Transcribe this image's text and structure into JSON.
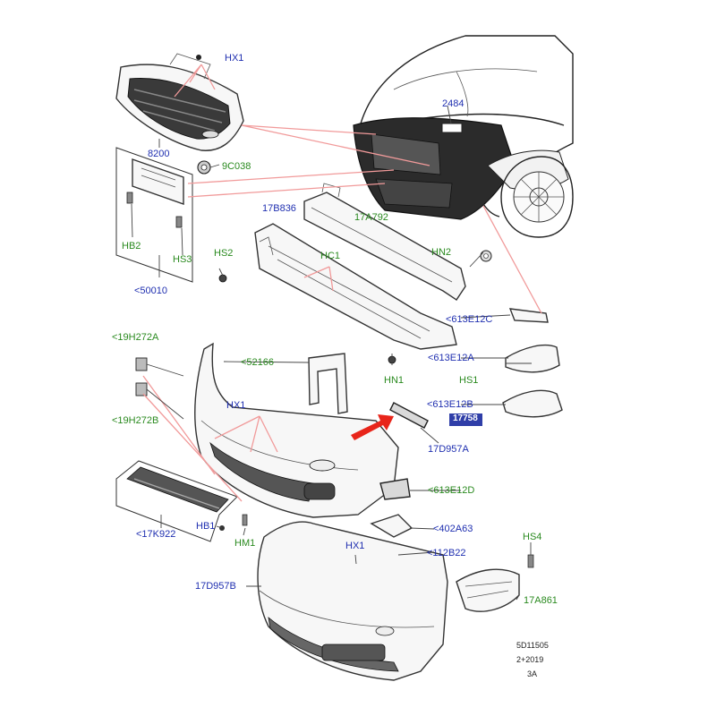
{
  "callouts": {
    "hx1_top": "HX1",
    "c8200": "8200",
    "c9c038": "9C038",
    "c2484": "2484",
    "c17b836": "17B836",
    "c17a792": "17A792",
    "hb2": "HB2",
    "hs3": "HS3",
    "hs2": "HS2",
    "hc1": "HC1",
    "hn2": "HN2",
    "c50010": "<50010",
    "c613e12c": "<613E12C",
    "c19h272a": "<19H272A",
    "c52166": "<52166",
    "c613e12a": "<613E12A",
    "hn1": "HN1",
    "hs1": "HS1",
    "c19h272b": "<19H272B",
    "hx1_mid": "HX1",
    "c613e12b": "<613E12B",
    "c17d957a": "17D957A",
    "c613e12d": "<613E12D",
    "c17k922": "<17K922",
    "hb1": "HB1",
    "hm1": "HM1",
    "c402a63": "<402A63",
    "hx1_low": "HX1",
    "c112b22": "<112B22",
    "hs4": "HS4",
    "c17d957b": "17D957B",
    "c17a861": "17A861",
    "highlight": "17758"
  },
  "stamp": [
    "5D11505",
    "2+2019",
    "3A"
  ],
  "colors": {
    "callout_green": "#2a8a1f",
    "callout_blue": "#1f2fb0",
    "leader": "#f19a9a",
    "arrow": "#e8251a",
    "highlight_box": "#2f3ea8"
  }
}
